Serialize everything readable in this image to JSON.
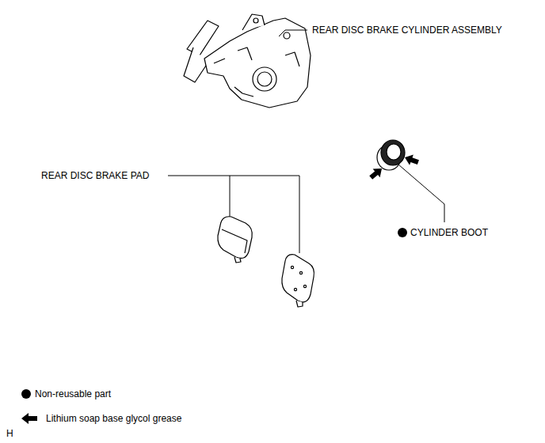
{
  "diagram": {
    "labels": [
      "REAR DISC BRAKE CYLINDER ASSEMBLY",
      "REAR DISC BRAKE PAD",
      "CYLINDER BOOT",
      "H"
    ],
    "legend": [
      {
        "text": "Non-reusable part"
      },
      {
        "text": "Lithium soap base glycol grease"
      }
    ]
  }
}
